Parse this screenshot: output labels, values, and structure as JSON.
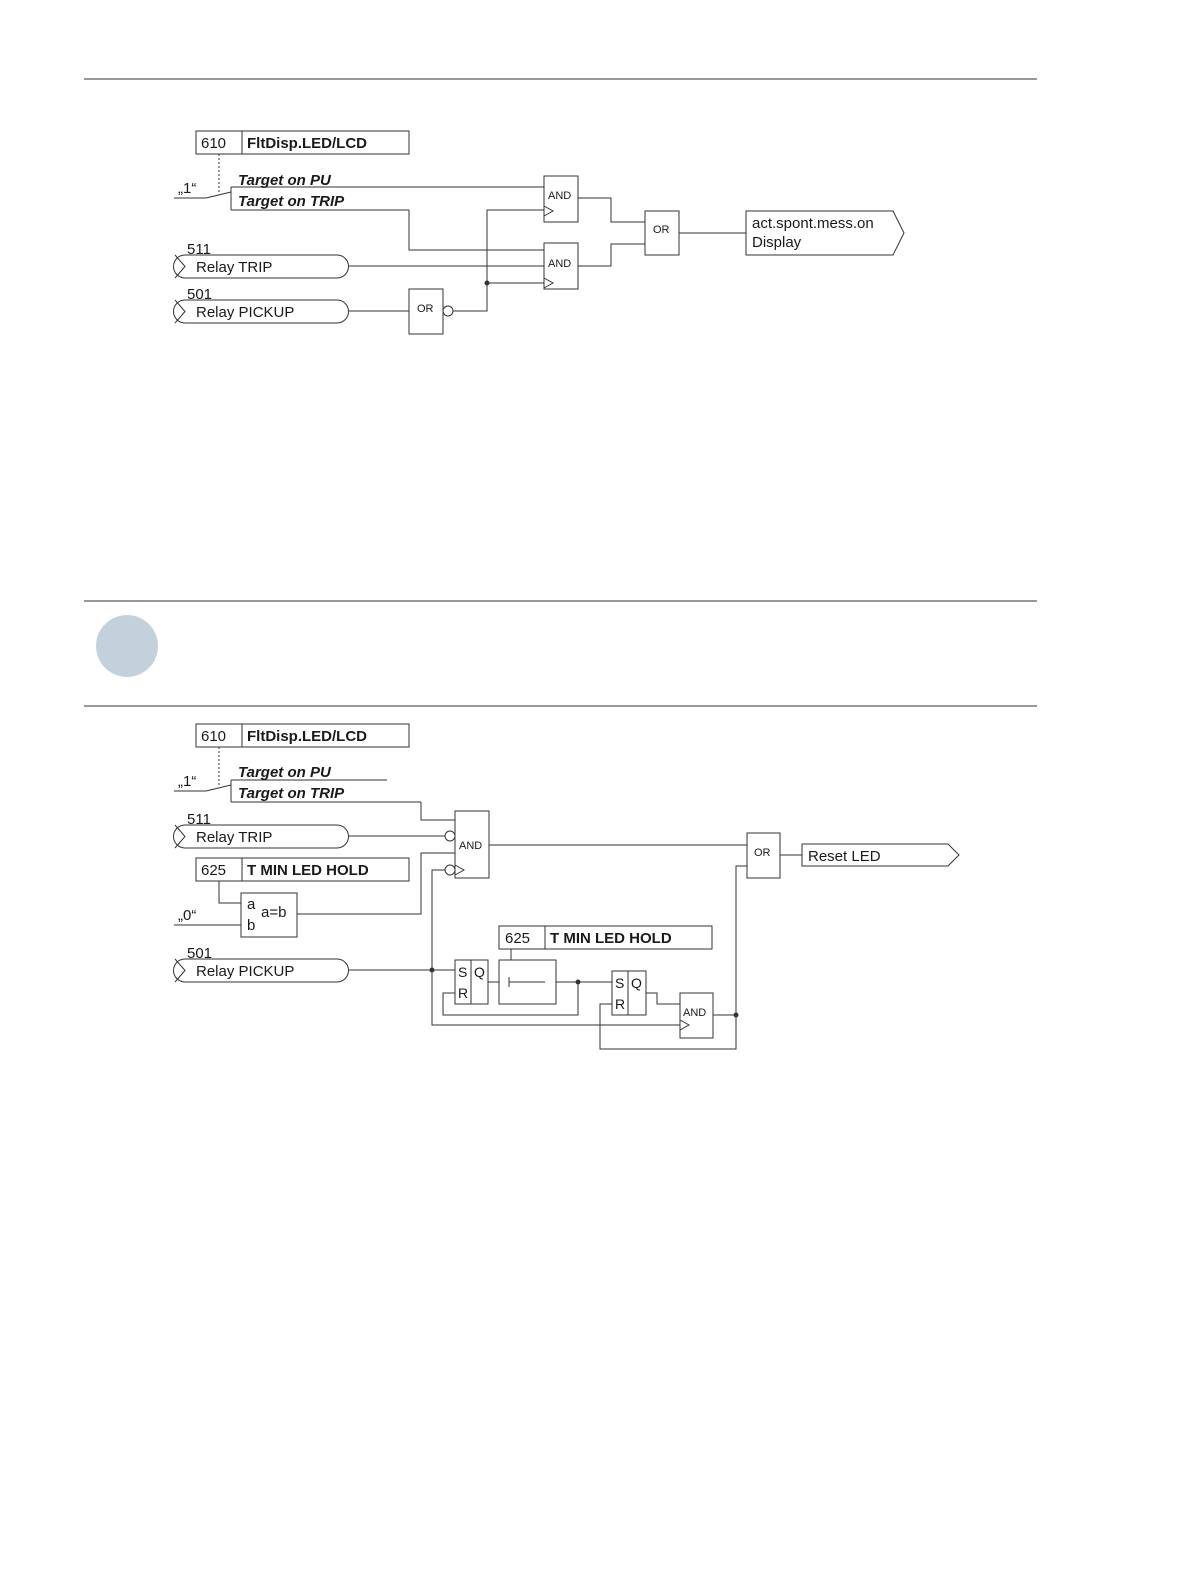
{
  "colors": {
    "line": "#333333",
    "note_circle": "#c2d1dc",
    "text": "#1a1a1a"
  },
  "note_icon": "note-circle-icon",
  "diagram1": {
    "param_num": "610",
    "param_name": "FltDisp.LED/LCD",
    "const_one": "„1“",
    "opt_pu": "Target on PU",
    "opt_trip": "Target on TRIP",
    "trip_num": "511",
    "trip_label": "Relay TRIP",
    "pickup_num": "501",
    "pickup_label": "Relay PICKUP",
    "and1": "AND",
    "and2": "AND",
    "or_small": "OR",
    "or_main": "OR",
    "output_line1": "act.spont.mess.on",
    "output_line2": "Display"
  },
  "diagram2": {
    "param_num": "610",
    "param_name": "FltDisp.LED/LCD",
    "const_one": "„1“",
    "opt_pu": "Target on PU",
    "opt_trip": "Target on TRIP",
    "trip_num": "511",
    "trip_label": "Relay TRIP",
    "hold_num": "625",
    "hold_name": "T MIN LED HOLD",
    "const_zero": "„0“",
    "cmp_a": "a",
    "cmp_b": "b",
    "cmp_eq": "a=b",
    "pickup_num": "501",
    "pickup_label": "Relay PICKUP",
    "and_main": "AND",
    "or_main": "OR",
    "output": "Reset LED",
    "timer_num": "625",
    "timer_name": "T MIN LED HOLD",
    "sr1_s": "S",
    "sr1_q": "Q",
    "sr1_r": "R",
    "sr2_s": "S",
    "sr2_q": "Q",
    "sr2_r": "R",
    "and_small": "AND"
  }
}
